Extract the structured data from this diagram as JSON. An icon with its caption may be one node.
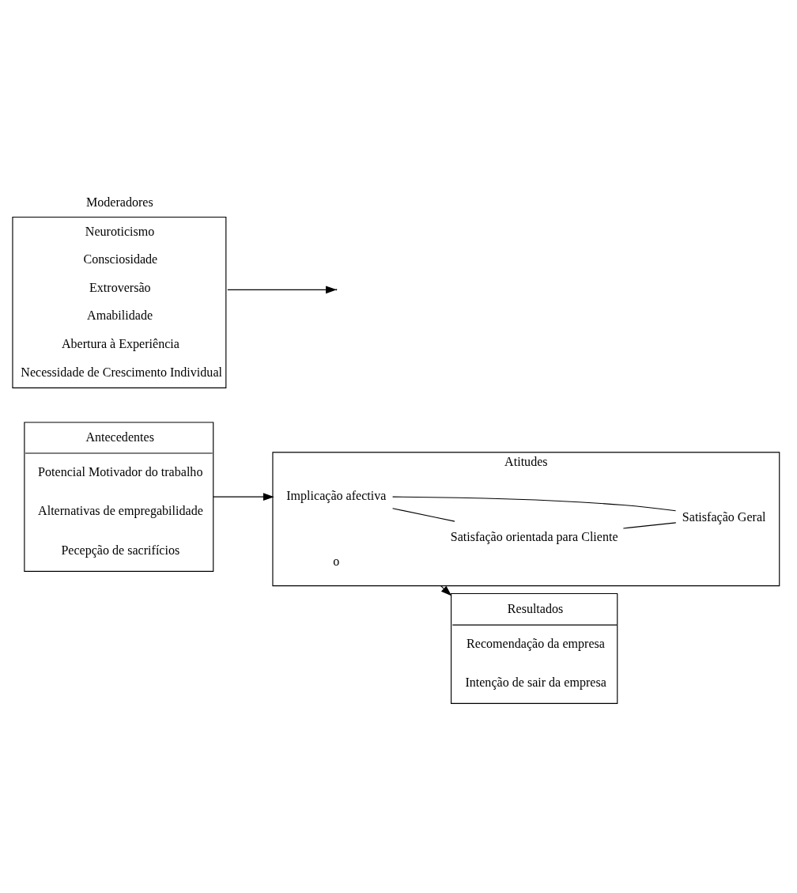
{
  "diagram": {
    "nodes": [
      {
        "text": [
          "Antecedentes",
          "Potencial Motivador do trabalho",
          "Alternativas de empregabilidade",
          "Pecepção de sacrifícios"
        ]
      },
      {
        "text": [
          "Atitudes"
        ]
      },
      {
        "text": [
          "Implicação afectiva"
        ],
        "in": 1
      },
      {
        "text": [
          "Satisfação orientada para Cliente"
        ],
        "in": 1
      },
      {
        "text": [
          "Satisfação Geral"
        ],
        "in": 1
      },
      {
        "text": [
          "Resultados",
          "Recomendação da empresa",
          "Intenção de sair da empresa"
        ]
      },
      {
        "text": [
          "Moderadores",
          "Neuroticismo",
          "Consciosidade",
          "Extroversão",
          "Amabilidade",
          "Abertura à Experiência",
          "Necessidade de Crescimento Individual"
        ]
      }
    ],
    "edges": [
      {
        "from": 0,
        "to": 1,
        "arrow": "to"
      },
      {
        "from": 1,
        "to": 5,
        "arrow": "to"
      },
      {
        "from": 6,
        "to": null,
        "arrow": "to"
      },
      {
        "from": 2,
        "to": 3,
        "arrow": "none"
      },
      {
        "from": 2,
        "to": 4,
        "arrow": "none"
      },
      {
        "from": 3,
        "to": 4,
        "arrow": "none"
      }
    ],
    "labels": [
      "o"
    ]
  }
}
